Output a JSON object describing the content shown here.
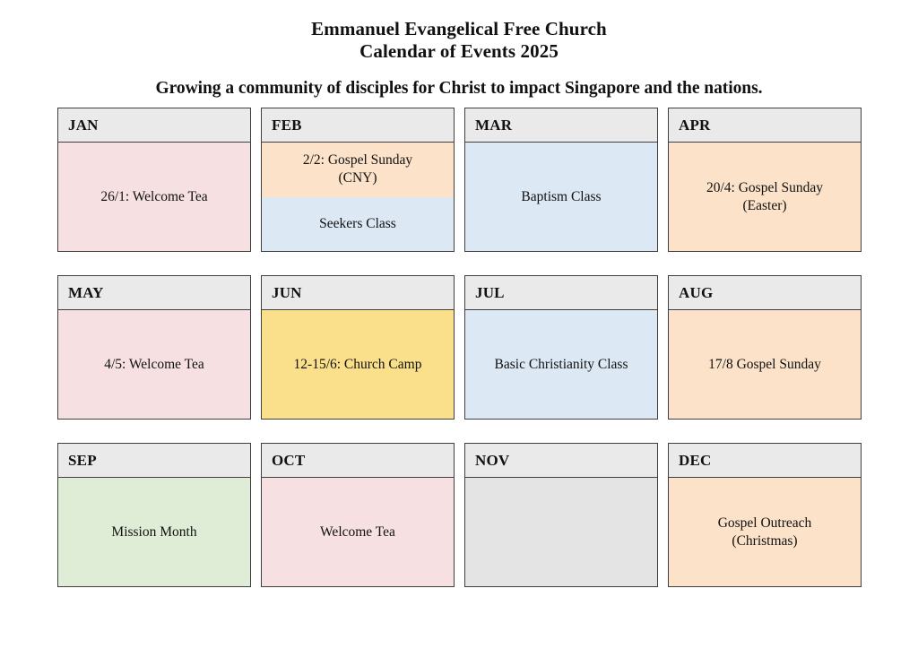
{
  "header": {
    "title_line1": "Emmanuel Evangelical Free Church",
    "title_line2": "Calendar of Events 2025",
    "tagline": "Growing a community of disciples for Christ to impact Singapore and the nations."
  },
  "colors": {
    "header_band": "#eaeaea",
    "border": "#3f3f3f",
    "pink": "#f6e0e2",
    "orange": "#fbe2c8",
    "blue": "#dce8f4",
    "yellow": "#fbe08b",
    "green": "#dfedd7",
    "grey": "#e4e4e4"
  },
  "months": [
    {
      "name": "JAN",
      "events": [
        {
          "text": "26/1: Welcome Tea",
          "color": "#f6e0e2"
        }
      ]
    },
    {
      "name": "FEB",
      "events": [
        {
          "text": "2/2: Gospel Sunday\n(CNY)",
          "color": "#fbe2c8"
        },
        {
          "text": "Seekers Class",
          "color": "#dce8f4"
        }
      ]
    },
    {
      "name": "MAR",
      "events": [
        {
          "text": "Baptism Class",
          "color": "#dce8f4"
        }
      ]
    },
    {
      "name": "APR",
      "events": [
        {
          "text": "20/4: Gospel Sunday\n(Easter)",
          "color": "#fbe2c8"
        }
      ]
    },
    {
      "name": "MAY",
      "events": [
        {
          "text": "4/5: Welcome Tea",
          "color": "#f6e0e2"
        }
      ]
    },
    {
      "name": "JUN",
      "events": [
        {
          "text": "12-15/6: Church Camp",
          "color": "#fbe08b"
        }
      ]
    },
    {
      "name": "JUL",
      "events": [
        {
          "text": "Basic Christianity Class",
          "color": "#dce8f4"
        }
      ]
    },
    {
      "name": "AUG",
      "events": [
        {
          "text": "17/8 Gospel Sunday",
          "color": "#fbe2c8"
        }
      ]
    },
    {
      "name": "SEP",
      "events": [
        {
          "text": "Mission Month",
          "color": "#dfedd7"
        }
      ]
    },
    {
      "name": "OCT",
      "events": [
        {
          "text": "Welcome Tea",
          "color": "#f6e0e2"
        }
      ]
    },
    {
      "name": "NOV",
      "events": [
        {
          "text": "",
          "color": "#e4e4e4"
        }
      ]
    },
    {
      "name": "DEC",
      "events": [
        {
          "text": "Gospel Outreach\n(Christmas)",
          "color": "#fbe2c8"
        }
      ]
    }
  ]
}
